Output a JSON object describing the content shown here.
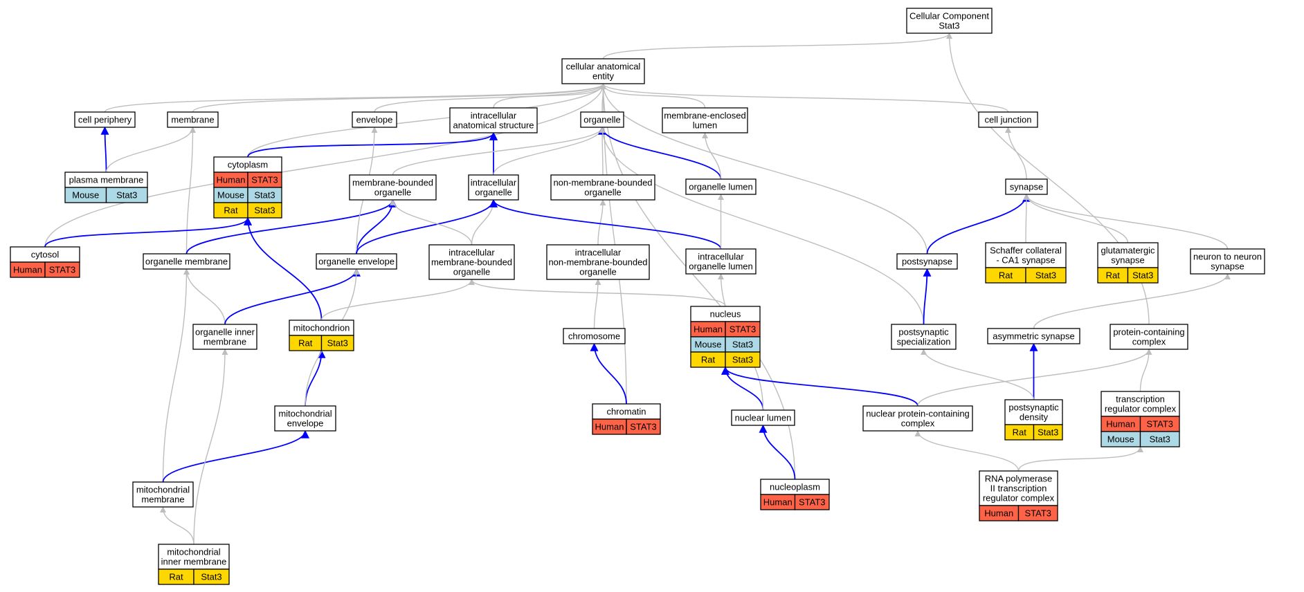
{
  "colors": {
    "human": "#ff6347",
    "mouse": "#add8e6",
    "rat": "#ffd700",
    "edge_is_a": "#bdbdbd",
    "edge_part_of": "#0000ff"
  },
  "nodes": {
    "cc_stat3": [
      "Cellular Component",
      "Stat3"
    ],
    "cae": [
      "cellular anatomical",
      "entity"
    ],
    "cell_periphery": [
      "cell periphery"
    ],
    "membrane": [
      "membrane"
    ],
    "envelope": [
      "envelope"
    ],
    "ias": [
      "intracellular",
      "anatomical structure"
    ],
    "organelle": [
      "organelle"
    ],
    "mel": [
      "membrane-enclosed",
      "lumen"
    ],
    "cell_junction": [
      "cell junction"
    ],
    "plasma_membrane": [
      "plasma membrane"
    ],
    "cytoplasm": [
      "cytoplasm"
    ],
    "mbo": [
      "membrane-bounded",
      "organelle"
    ],
    "io": [
      "intracellular",
      "organelle"
    ],
    "nmbo": [
      "non-membrane-bounded",
      "organelle"
    ],
    "organelle_lumen": [
      "organelle lumen"
    ],
    "synapse": [
      "synapse"
    ],
    "cytosol": [
      "cytosol"
    ],
    "organelle_membrane": [
      "organelle membrane"
    ],
    "organelle_envelope": [
      "organelle envelope"
    ],
    "imbo": [
      "intracellular",
      "membrane-bounded",
      "organelle"
    ],
    "inmbo": [
      "intracellular",
      "non-membrane-bounded",
      "organelle"
    ],
    "iol": [
      "intracellular",
      "organelle lumen"
    ],
    "postsynapse": [
      "postsynapse"
    ],
    "schaffer": [
      "Schaffer collateral",
      "- CA1 synapse"
    ],
    "glutamatergic": [
      "glutamatergic",
      "synapse"
    ],
    "n2n": [
      "neuron to neuron",
      "synapse"
    ],
    "nucleus": [
      "nucleus"
    ],
    "oim": [
      "organelle inner",
      "membrane"
    ],
    "mitochondrion": [
      "mitochondrion"
    ],
    "chromosome": [
      "chromosome"
    ],
    "pss": [
      "postsynaptic",
      "specialization"
    ],
    "asymmetric": [
      "asymmetric synapse"
    ],
    "pcc": [
      "protein-containing",
      "complex"
    ],
    "mito_env": [
      "mitochondrial",
      "envelope"
    ],
    "chromatin": [
      "chromatin"
    ],
    "nuclear_lumen": [
      "nuclear lumen"
    ],
    "npcc": [
      "nuclear protein-containing",
      "complex"
    ],
    "psd": [
      "postsynaptic",
      "density"
    ],
    "trc": [
      "transcription",
      "regulator complex"
    ],
    "mito_mem": [
      "mitochondrial",
      "membrane"
    ],
    "nucleoplasm": [
      "nucleoplasm"
    ],
    "rnapol": [
      "RNA polymerase",
      "II transcription",
      "regulator complex"
    ],
    "mim": [
      "mitochondrial",
      "inner membrane"
    ]
  },
  "species_rows": {
    "plasma_membrane": [
      [
        "Mouse",
        "Stat3"
      ]
    ],
    "cytoplasm": [
      [
        "Human",
        "STAT3"
      ],
      [
        "Mouse",
        "Stat3"
      ],
      [
        "Rat",
        "Stat3"
      ]
    ],
    "cytosol": [
      [
        "Human",
        "STAT3"
      ]
    ],
    "schaffer": [
      [
        "Rat",
        "Stat3"
      ]
    ],
    "glutamatergic": [
      [
        "Rat",
        "Stat3"
      ]
    ],
    "nucleus": [
      [
        "Human",
        "STAT3"
      ],
      [
        "Mouse",
        "Stat3"
      ],
      [
        "Rat",
        "Stat3"
      ]
    ],
    "mitochondrion": [
      [
        "Rat",
        "Stat3"
      ]
    ],
    "chromatin": [
      [
        "Human",
        "STAT3"
      ]
    ],
    "psd": [
      [
        "Rat",
        "Stat3"
      ]
    ],
    "trc": [
      [
        "Human",
        "STAT3"
      ],
      [
        "Mouse",
        "Stat3"
      ]
    ],
    "nucleoplasm": [
      [
        "Human",
        "STAT3"
      ]
    ],
    "rnapol": [
      [
        "Human",
        "STAT3"
      ]
    ],
    "mim": [
      [
        "Rat",
        "Stat3"
      ]
    ]
  },
  "edges": [
    [
      "cae",
      "cc_stat3",
      "is_a"
    ],
    [
      "pcc",
      "cc_stat3",
      "is_a"
    ],
    [
      "cell_periphery",
      "cae",
      "is_a"
    ],
    [
      "membrane",
      "cae",
      "is_a"
    ],
    [
      "envelope",
      "cae",
      "is_a"
    ],
    [
      "ias",
      "cae",
      "is_a"
    ],
    [
      "organelle",
      "cae",
      "is_a"
    ],
    [
      "mel",
      "cae",
      "is_a"
    ],
    [
      "cell_junction",
      "cae",
      "is_a"
    ],
    [
      "cytosol",
      "cae",
      "is_a"
    ],
    [
      "cytoplasm",
      "cae",
      "is_a"
    ],
    [
      "postsynapse",
      "cae",
      "is_a"
    ],
    [
      "chromatin",
      "cae",
      "is_a"
    ],
    [
      "nucleoplasm",
      "cae",
      "is_a"
    ],
    [
      "plasma_membrane",
      "cell_periphery",
      "part_of"
    ],
    [
      "plasma_membrane",
      "membrane",
      "is_a"
    ],
    [
      "organelle_membrane",
      "membrane",
      "is_a"
    ],
    [
      "cytoplasm",
      "ias",
      "part_of"
    ],
    [
      "io",
      "ias",
      "part_of"
    ],
    [
      "mbo",
      "organelle",
      "is_a"
    ],
    [
      "io",
      "organelle",
      "is_a"
    ],
    [
      "nmbo",
      "organelle",
      "is_a"
    ],
    [
      "organelle_lumen",
      "organelle",
      "part_of"
    ],
    [
      "organelle_lumen",
      "mel",
      "is_a"
    ],
    [
      "pss",
      "organelle",
      "is_a"
    ],
    [
      "synapse",
      "cell_junction",
      "is_a"
    ],
    [
      "cytosol",
      "cytoplasm",
      "part_of"
    ],
    [
      "mitochondrion",
      "cytoplasm",
      "part_of"
    ],
    [
      "organelle_membrane",
      "mbo",
      "part_of"
    ],
    [
      "organelle_envelope",
      "mbo",
      "part_of"
    ],
    [
      "organelle_envelope",
      "envelope",
      "is_a"
    ],
    [
      "organelle_envelope",
      "io",
      "part_of"
    ],
    [
      "imbo",
      "mbo",
      "is_a"
    ],
    [
      "imbo",
      "io",
      "is_a"
    ],
    [
      "inmbo",
      "nmbo",
      "is_a"
    ],
    [
      "iol",
      "io",
      "part_of"
    ],
    [
      "iol",
      "organelle_lumen",
      "is_a"
    ],
    [
      "postsynapse",
      "synapse",
      "part_of"
    ],
    [
      "schaffer",
      "synapse",
      "is_a"
    ],
    [
      "glutamatergic",
      "synapse",
      "is_a"
    ],
    [
      "n2n",
      "synapse",
      "is_a"
    ],
    [
      "nucleus",
      "imbo",
      "is_a"
    ],
    [
      "oim",
      "organelle_membrane",
      "is_a"
    ],
    [
      "oim",
      "organelle_envelope",
      "part_of"
    ],
    [
      "mitochondrion",
      "imbo",
      "is_a"
    ],
    [
      "chromosome",
      "inmbo",
      "is_a"
    ],
    [
      "pss",
      "postsynapse",
      "part_of"
    ],
    [
      "asymmetric",
      "n2n",
      "is_a"
    ],
    [
      "mito_env",
      "mitochondrion",
      "part_of"
    ],
    [
      "mito_env",
      "organelle_envelope",
      "is_a"
    ],
    [
      "chromatin",
      "chromosome",
      "part_of"
    ],
    [
      "nuclear_lumen",
      "nucleus",
      "part_of"
    ],
    [
      "nuclear_lumen",
      "iol",
      "is_a"
    ],
    [
      "npcc",
      "nucleus",
      "part_of"
    ],
    [
      "npcc",
      "pcc",
      "is_a"
    ],
    [
      "psd",
      "asymmetric",
      "part_of"
    ],
    [
      "psd",
      "pss",
      "is_a"
    ],
    [
      "trc",
      "pcc",
      "is_a"
    ],
    [
      "mito_mem",
      "organelle_membrane",
      "is_a"
    ],
    [
      "mito_mem",
      "mito_env",
      "part_of"
    ],
    [
      "nucleoplasm",
      "nuclear_lumen",
      "part_of"
    ],
    [
      "rnapol",
      "npcc",
      "is_a"
    ],
    [
      "rnapol",
      "trc",
      "is_a"
    ],
    [
      "mim",
      "mito_mem",
      "is_a"
    ],
    [
      "mim",
      "oim",
      "is_a"
    ]
  ]
}
